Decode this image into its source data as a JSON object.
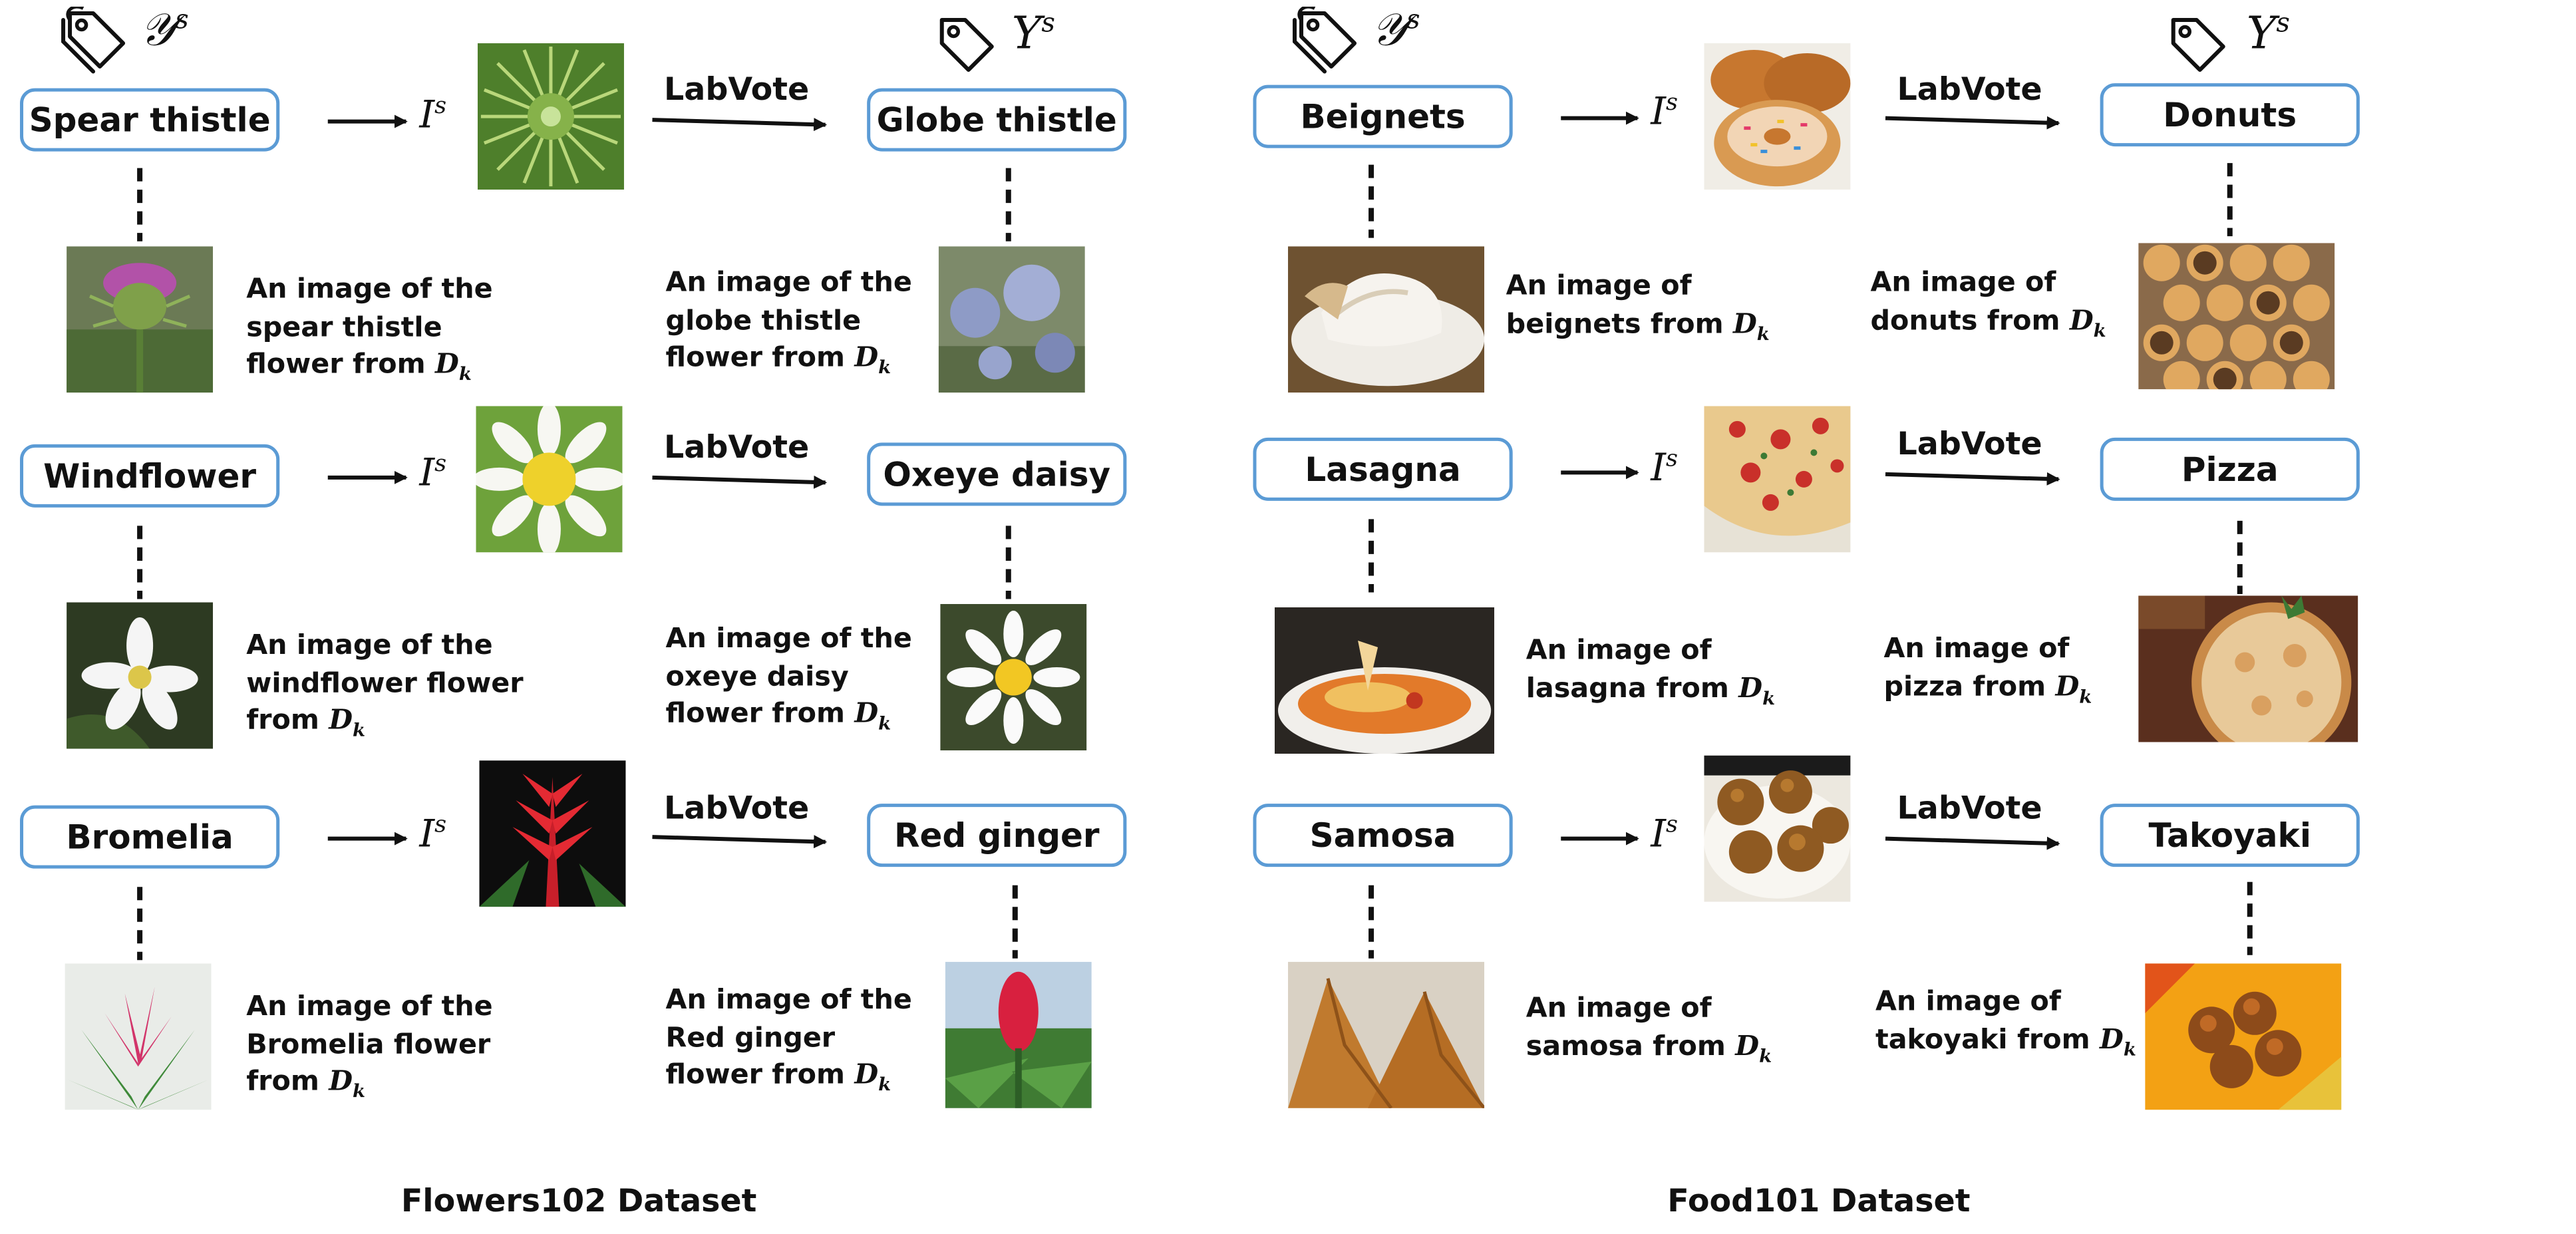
{
  "panels": [
    {
      "title": "Flowers102 Dataset",
      "source_symbol": "𝒴",
      "target_symbol": "Y",
      "symbol_superscript": "s",
      "rows": [
        {
          "source_label": "Spear thistle",
          "image_symbol": "I",
          "image_superscript": "s",
          "method": "LabVote",
          "target_label": "Globe thistle",
          "source_caption": [
            "An image of the",
            "spear thistle",
            "flower from "
          ],
          "target_caption": [
            "An image of the",
            "globe thistle",
            "flower from "
          ],
          "dk_symbol": "D",
          "dk_subscript": "k"
        },
        {
          "source_label": "Windflower",
          "image_symbol": "I",
          "image_superscript": "s",
          "method": "LabVote",
          "target_label": "Oxeye daisy",
          "source_caption": [
            "An image of the",
            "windflower flower",
            "from "
          ],
          "target_caption": [
            "An image of the",
            "oxeye daisy",
            "flower from "
          ],
          "dk_symbol": "D",
          "dk_subscript": "k"
        },
        {
          "source_label": "Bromelia",
          "image_symbol": "I",
          "image_superscript": "s",
          "method": "LabVote",
          "target_label": "Red ginger",
          "source_caption": [
            "An image of the",
            "Bromelia flower",
            "from "
          ],
          "target_caption": [
            "An image of the",
            "Red ginger",
            "flower from "
          ],
          "dk_symbol": "D",
          "dk_subscript": "k"
        }
      ]
    },
    {
      "title": "Food101 Dataset",
      "source_symbol": "𝒴",
      "target_symbol": "Y",
      "symbol_superscript": "s",
      "rows": [
        {
          "source_label": "Beignets",
          "image_symbol": "I",
          "image_superscript": "s",
          "method": "LabVote",
          "target_label": "Donuts",
          "source_caption": [
            "An image of",
            "beignets from "
          ],
          "target_caption": [
            "An image of",
            "donuts from "
          ],
          "dk_symbol": "D",
          "dk_subscript": "k"
        },
        {
          "source_label": "Lasagna",
          "image_symbol": "I",
          "image_superscript": "s",
          "method": "LabVote",
          "target_label": "Pizza",
          "source_caption": [
            "An image of",
            "lasagna from "
          ],
          "target_caption": [
            "An image of",
            "pizza from "
          ],
          "dk_symbol": "D",
          "dk_subscript": "k"
        },
        {
          "source_label": "Samosa",
          "image_symbol": "I",
          "image_superscript": "s",
          "method": "LabVote",
          "target_label": "Takoyaki",
          "source_caption": [
            "An image of",
            "samosa from "
          ],
          "target_caption": [
            "An image of",
            "takoyaki from "
          ],
          "dk_symbol": "D",
          "dk_subscript": "k"
        }
      ]
    }
  ],
  "photo_colors": {
    "thistle": "#6f9e3a",
    "purple": "#9b4f96",
    "globe": "#7f8fb8",
    "white": "#f2f2f2",
    "yellow": "#f2cc2a",
    "red": "#d9262c",
    "dark": "#1d1d1d",
    "leaf": "#3d7a35",
    "sky": "#c9d7e8",
    "dough": "#d9a35c",
    "cream": "#efe4d0",
    "sauce": "#c9412a",
    "fried": "#9a5b1e",
    "plate": "#f4f1ea",
    "brown": "#6b4327",
    "orange": "#f0a21a"
  },
  "photo_icons": [
    "spear-thistle-photo-icon",
    "spear-thistle-flower-photo-icon",
    "globe-thistle-photo-icon",
    "daisy-photo-icon",
    "windflower-photo-icon",
    "oxeye-daisy-photo-icon",
    "bromelia-photo-icon",
    "bromelia-plant-photo-icon",
    "red-ginger-photo-icon",
    "donut-photo-icon",
    "beignets-photo-icon",
    "donuts-tray-photo-icon",
    "pizza-slice-photo-icon",
    "lasagna-photo-icon",
    "pizza-board-photo-icon",
    "fried-balls-photo-icon",
    "samosa-photo-icon",
    "takoyaki-photo-icon"
  ]
}
